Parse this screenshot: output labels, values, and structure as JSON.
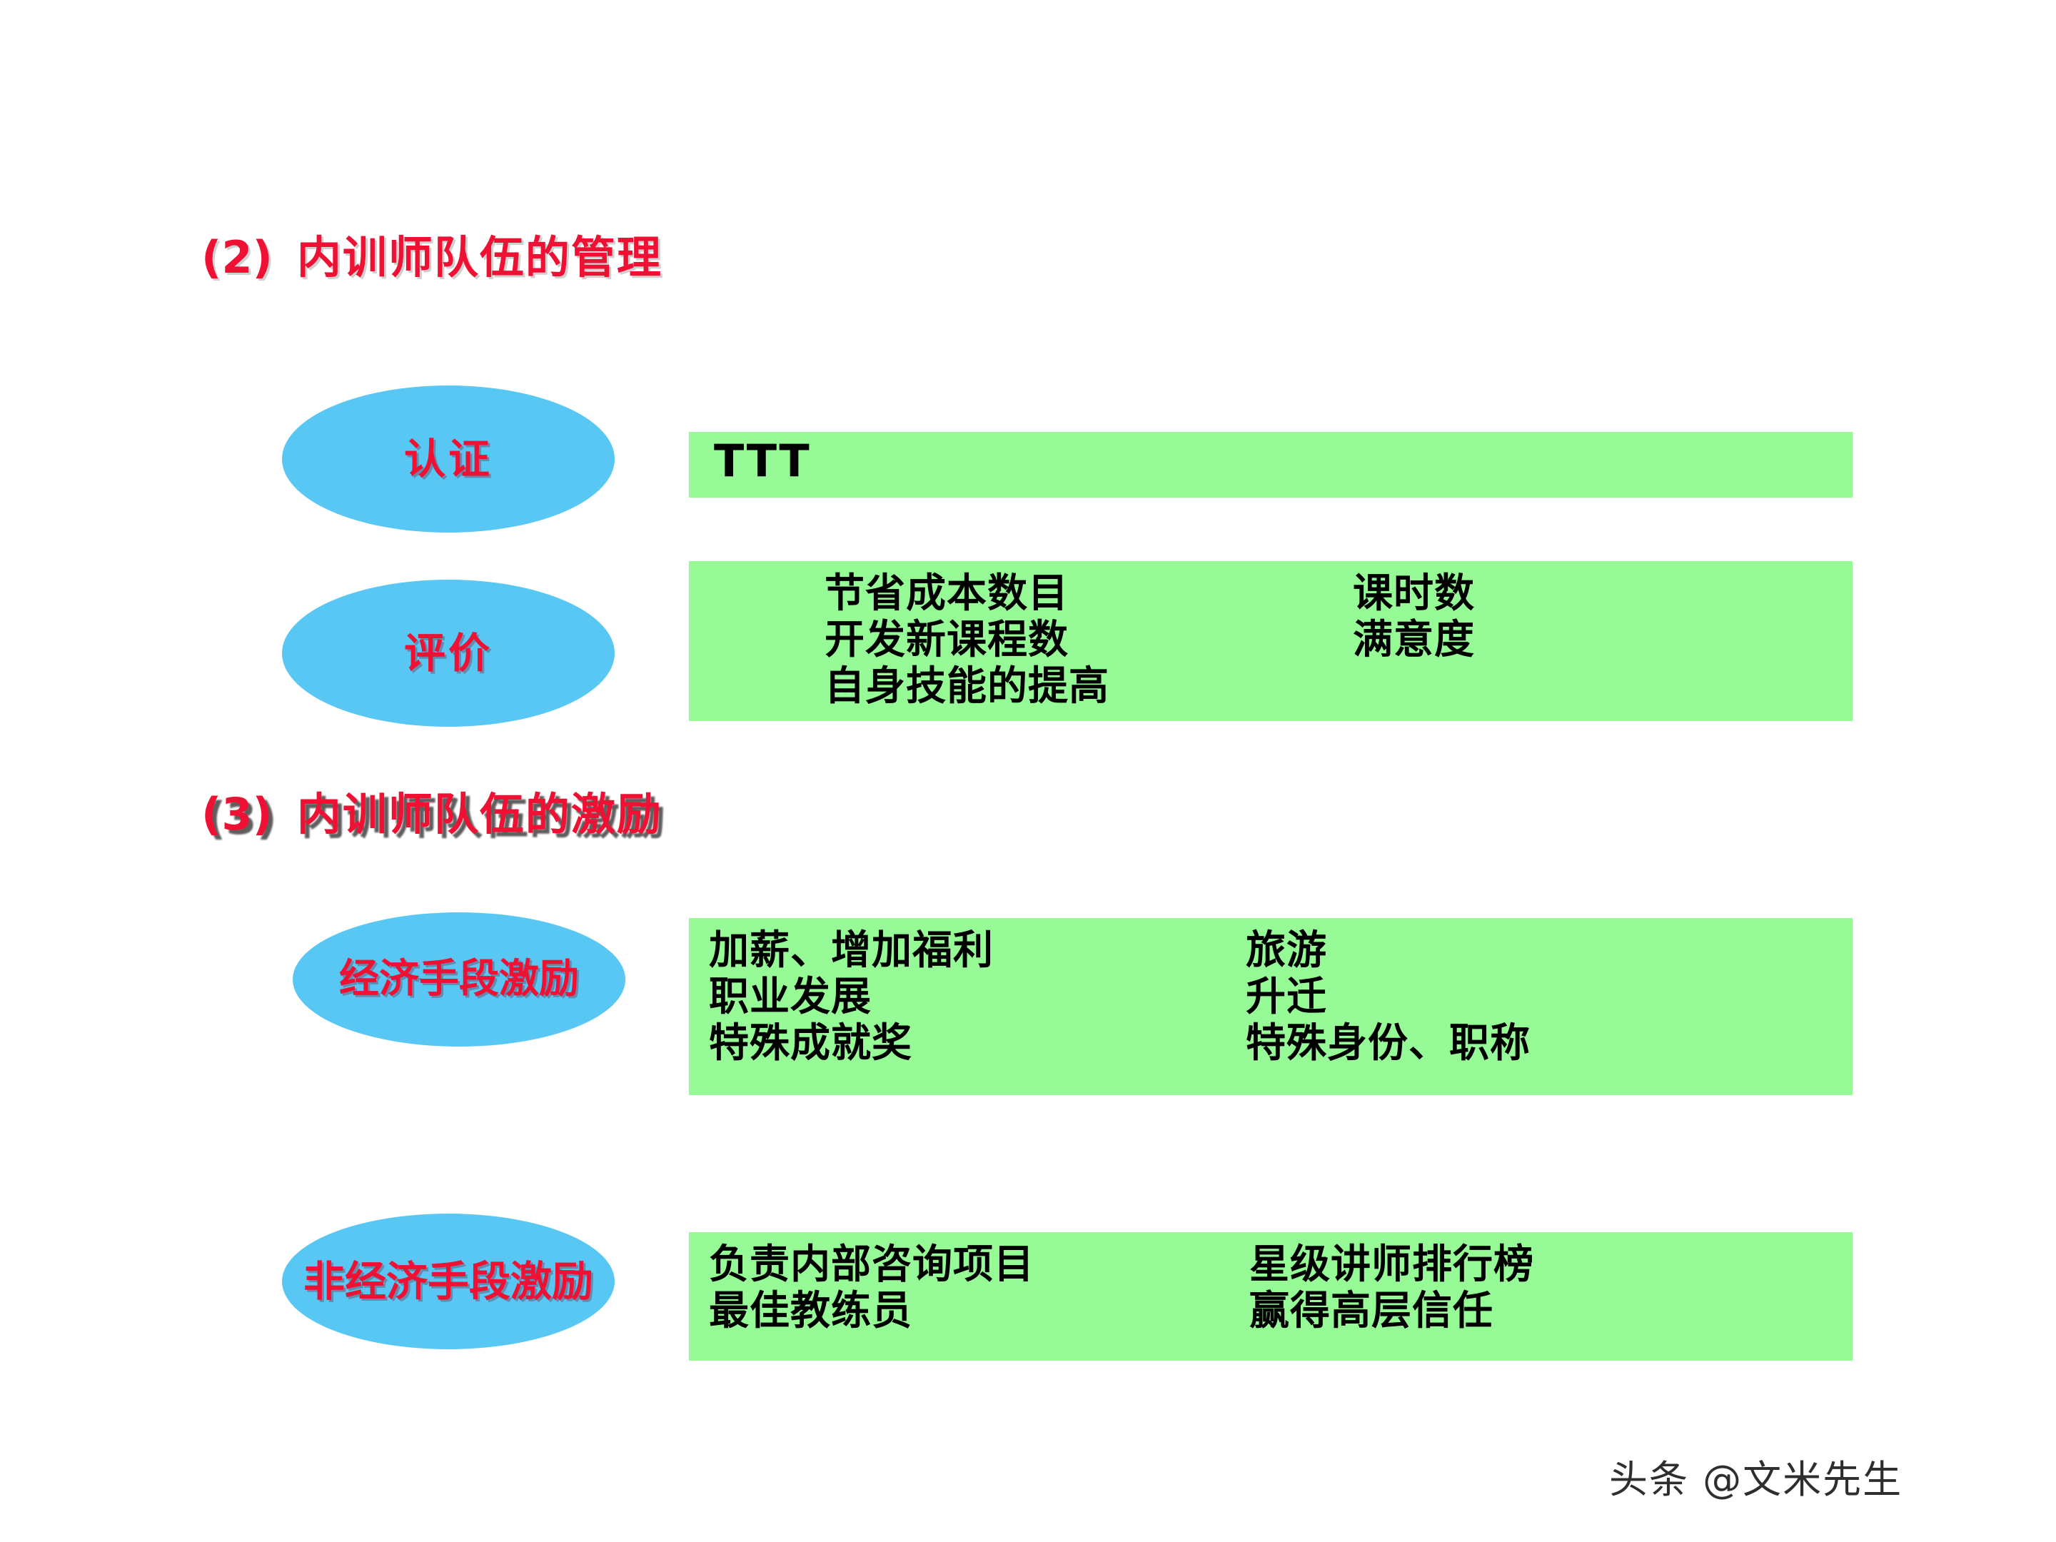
{
  "slide": {
    "background_color": "#ffffff",
    "accent_red": "#ee1133",
    "ellipse_blue": "#59c7f4",
    "bar_green": "#96fb96"
  },
  "sections": [
    {
      "heading": "(2)  内训师队伍的管理",
      "heading_number": "(2)",
      "heading_text": "内训师队伍的管理"
    },
    {
      "heading": "(3)  内训师队伍的激励",
      "heading_number": "(3)",
      "heading_text": "内训师队伍的激励"
    }
  ],
  "rows": {
    "certification": {
      "label": "认证",
      "content": "TTT"
    },
    "evaluation": {
      "label": "评价",
      "left_column": [
        "节省成本数目",
        "开发新课程数",
        "自身技能的提高"
      ],
      "right_column": [
        "课时数",
        "满意度"
      ]
    },
    "economic_incentive": {
      "label": "经济手段激励",
      "left_column": [
        "加薪、增加福利",
        "职业发展",
        "特殊成就奖"
      ],
      "right_column": [
        "旅游",
        "升迁",
        "特殊身份、职称"
      ]
    },
    "non_economic_incentive": {
      "label": "非经济手段激励",
      "left_column": [
        "负责内部咨询项目",
        "最佳教练员"
      ],
      "right_column": [
        "星级讲师排行榜",
        "赢得高层信任"
      ]
    }
  },
  "watermark": {
    "text": "头条 @文米先生"
  }
}
